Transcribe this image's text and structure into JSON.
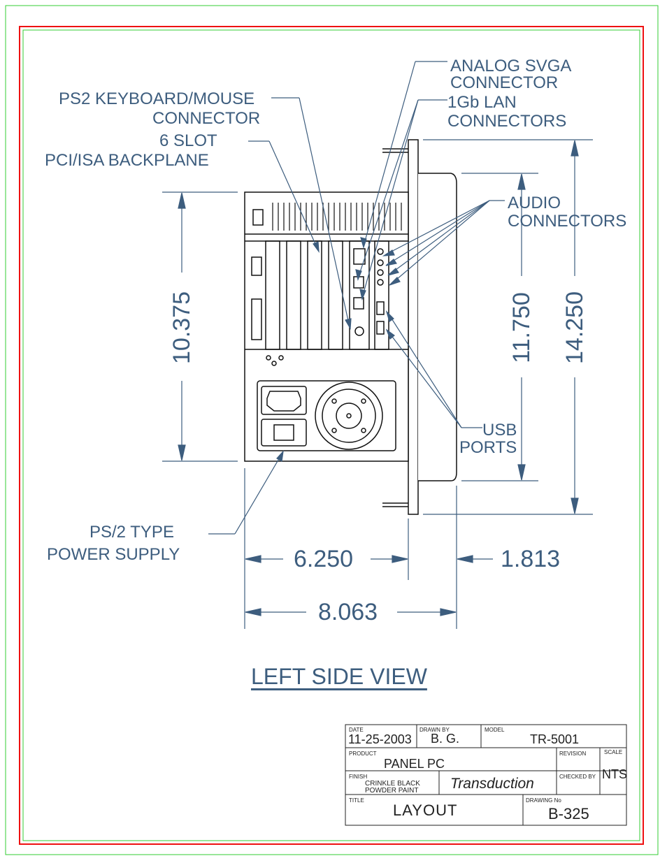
{
  "labels": {
    "analog_svga_1": "ANALOG SVGA",
    "analog_svga_2": "CONNECTOR",
    "lan_1": "1Gb LAN",
    "lan_2": "CONNECTORS",
    "ps2_kb_1": "PS2 KEYBOARD/MOUSE",
    "ps2_kb_2": "CONNECTOR",
    "slot_1": "6 SLOT",
    "slot_2": "PCI/ISA BACKPLANE",
    "audio_1": "AUDIO",
    "audio_2": "CONNECTORS",
    "usb_1": "USB",
    "usb_2": "PORTS",
    "psu_1": "PS/2 TYPE",
    "psu_2": "POWER SUPPLY"
  },
  "dimensions": {
    "height_chassis": "10.375",
    "height_bezel_inner": "11.750",
    "height_bezel_outer": "14.250",
    "width_chassis": "6.250",
    "width_bezel": "1.813",
    "width_total": "8.063"
  },
  "view_title": "LEFT SIDE VIEW",
  "title_block": {
    "date_caption": "DATE",
    "date": "11-25-2003",
    "drawn_by_caption": "DRAWN BY",
    "drawn_by": "B. G.",
    "model_caption": "MODEL",
    "model": "TR-5001",
    "product_caption": "PRODUCT",
    "product": "PANEL PC",
    "revision_caption": "REVISION",
    "scale_caption": "SCALE",
    "scale": "NTS",
    "finish_caption": "FINISH",
    "finish_1": "CRINKLE BLACK",
    "finish_2": "POWDER PAINT",
    "company": "Transduction",
    "checked_caption": "CHECKED BY",
    "title_caption": "TITLE",
    "title": "LAYOUT",
    "drawing_no_caption": "DRAWING No",
    "drawing_no": "B-325"
  },
  "colors": {
    "outer_border": "#33cc33",
    "red_border": "#ee1111",
    "annotation": "#3d5d7e",
    "drawing_ink": "#111111"
  }
}
